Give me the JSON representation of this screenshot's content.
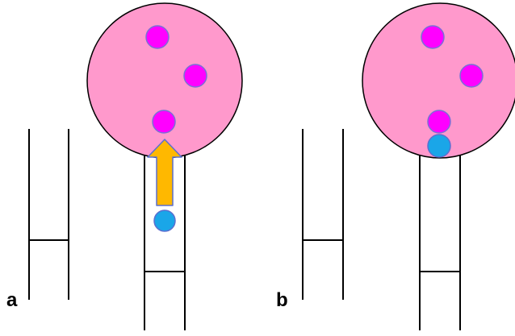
{
  "panels": [
    {
      "id": "a",
      "label": "a"
    },
    {
      "id": "b",
      "label": "b"
    }
  ],
  "colors": {
    "cell": "#ff99cc",
    "cell_outline": "#000000",
    "receptor": "#ff00ff",
    "receptor_outline": "#7b6fd6",
    "ligand": "#1aa6e8",
    "ligand_outline": "#5a6fd0",
    "arrow": "#ffb800",
    "arrow_outline": "#5a6fd0",
    "line": "#000000"
  }
}
